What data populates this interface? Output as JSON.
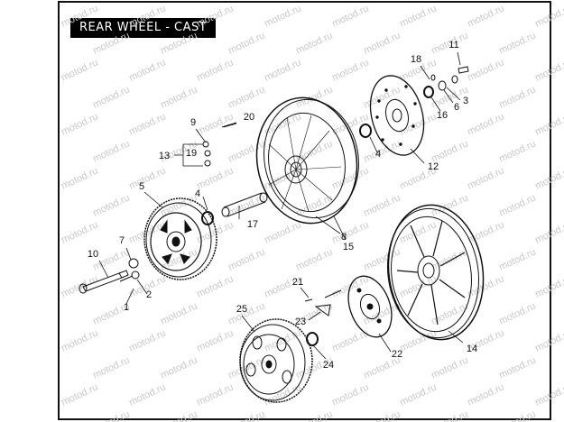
{
  "title": "REAR WHEEL - CAST",
  "watermark_text": "motod.ru",
  "callouts": {
    "c1": "1",
    "c2": "2",
    "c3": "3",
    "c4a": "4",
    "c4b": "4",
    "c5": "5",
    "c6": "6",
    "c7": "7",
    "c8": "8",
    "c9": "9",
    "c10": "10",
    "c11": "11",
    "c12": "12",
    "c13": "13",
    "c14": "14",
    "c15": "15",
    "c16": "16",
    "c17": "17",
    "c18": "18",
    "c19": "19",
    "c20": "20",
    "c21": "21",
    "c22": "22",
    "c23": "23",
    "c24": "24",
    "c25": "25"
  }
}
